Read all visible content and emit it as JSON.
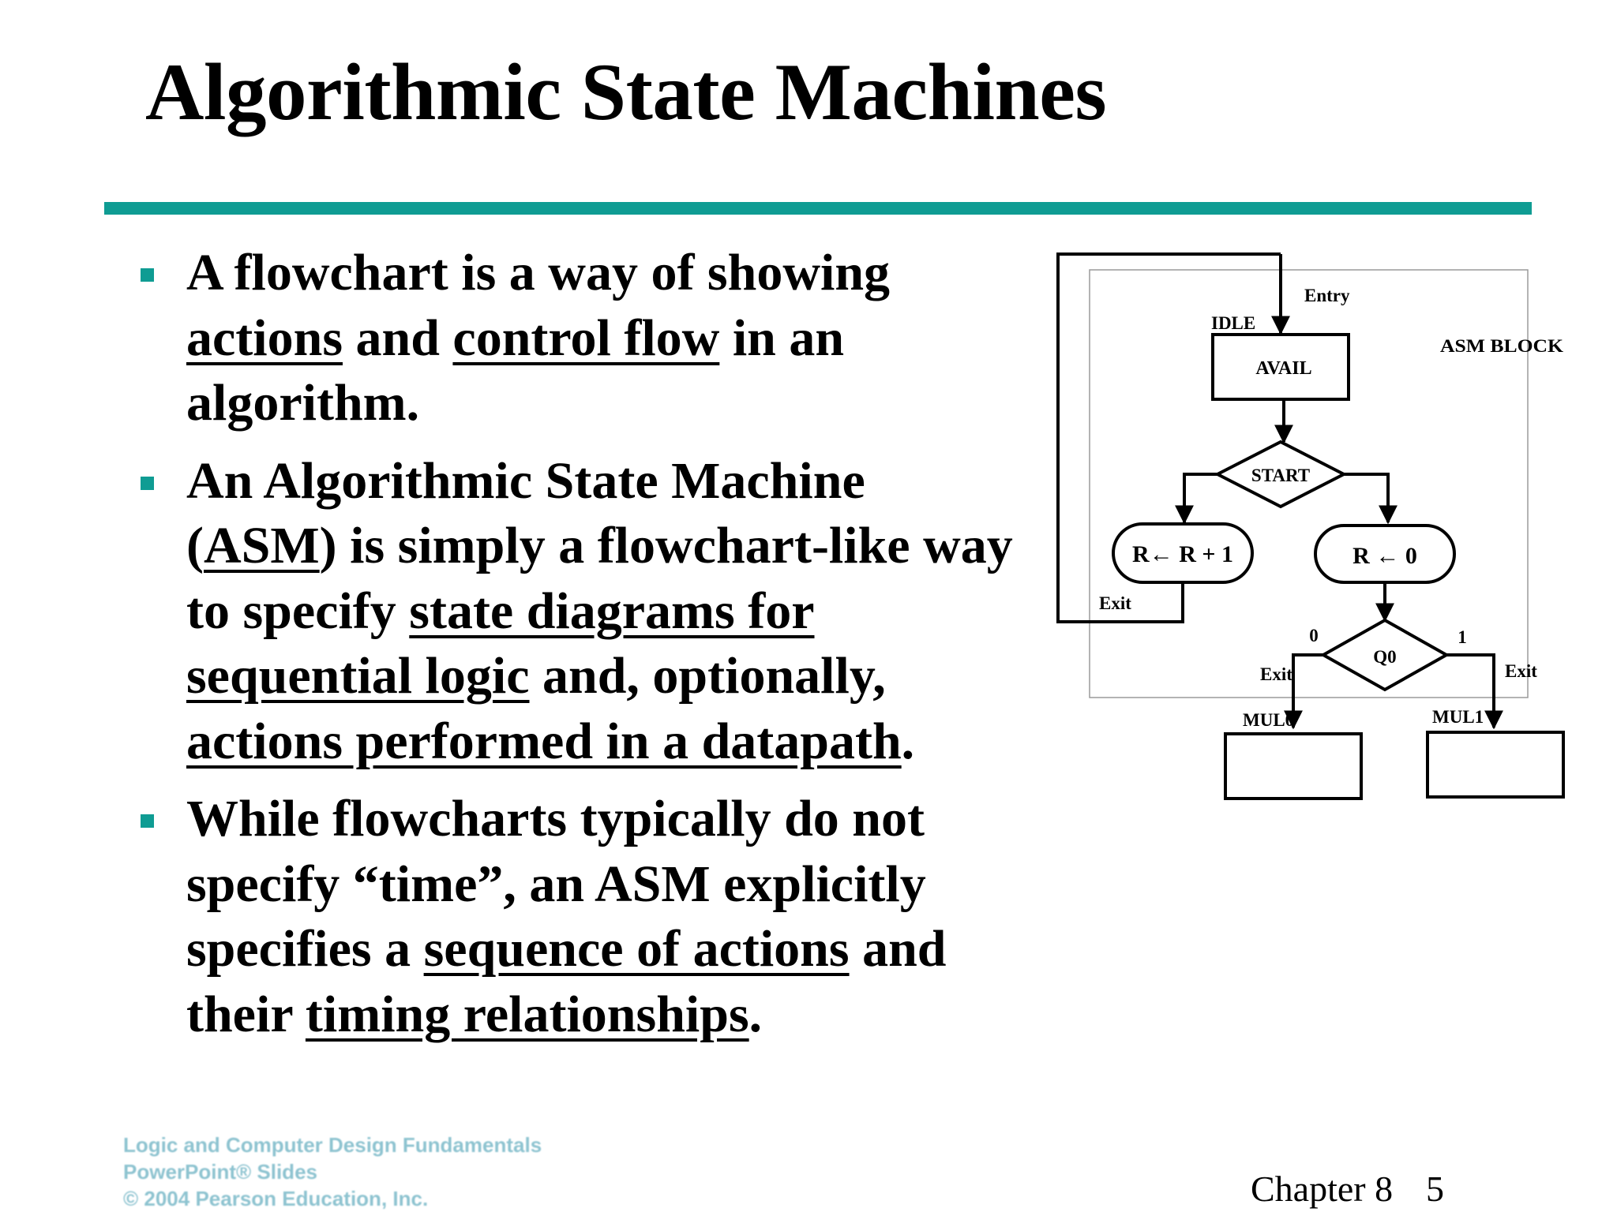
{
  "slide": {
    "title": "Algorithmic State Machines",
    "accent_color": "#0f9c93"
  },
  "bullets": [
    {
      "segments": [
        {
          "text": "A flowchart is a way of showing ",
          "underline": false
        },
        {
          "text": "actions",
          "underline": true
        },
        {
          "text": " and ",
          "underline": false
        },
        {
          "text": "control flow",
          "underline": true
        },
        {
          "text": " in an algorithm.",
          "underline": false
        }
      ]
    },
    {
      "segments": [
        {
          "text": "An Algorithmic State Machine (",
          "underline": false
        },
        {
          "text": "ASM",
          "underline": true
        },
        {
          "text": ") is simply a flowchart-like way to specify ",
          "underline": false
        },
        {
          "text": "state diagrams for sequential logic",
          "underline": true
        },
        {
          "text": " and, optionally, ",
          "underline": false
        },
        {
          "text": "actions performed in a datapath",
          "underline": true
        },
        {
          "text": ".",
          "underline": false
        }
      ]
    },
    {
      "segments": [
        {
          "text": "While flowcharts typically do not specify “time”, an ASM explicitly specifies a ",
          "underline": false
        },
        {
          "text": "sequence of actions",
          "underline": true
        },
        {
          "text": " and their ",
          "underline": false
        },
        {
          "text": "timing relationships",
          "underline": true
        },
        {
          "text": ".",
          "underline": false
        }
      ]
    }
  ],
  "diagram": {
    "entry_label": "Entry",
    "state_name": "IDLE",
    "state_box": "AVAIL",
    "block_label": "ASM BLOCK",
    "decision1": "START",
    "left_output": "R← R + 1",
    "right_output": "R ← 0",
    "decision2": "Q0",
    "branch0": "0",
    "branch1": "1",
    "exit_left": "Exit",
    "exit_mid": "Exit",
    "exit_right": "Exit",
    "next_state0": "MUL0",
    "next_state1": "MUL1"
  },
  "footer": {
    "logo_lines": [
      "Logic and Computer Design Fundamentals",
      "PowerPoint® Slides",
      "© 2004 Pearson Education, Inc."
    ],
    "chapter": "Chapter 8",
    "page": "5"
  }
}
